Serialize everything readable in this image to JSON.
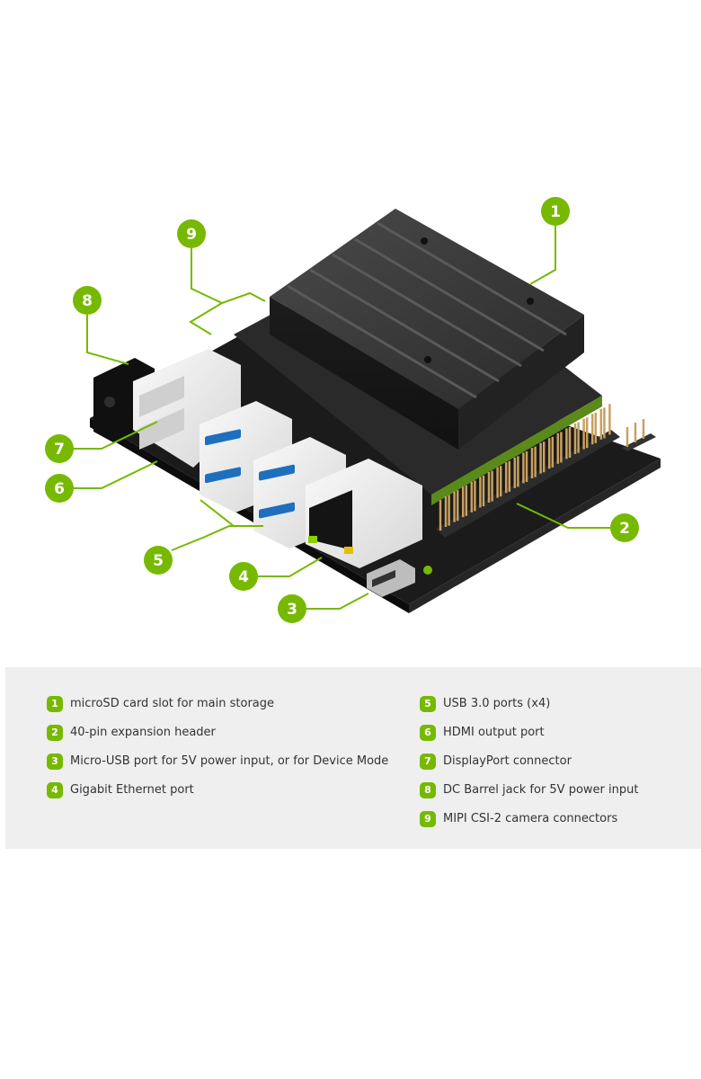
{
  "accent_color": "#76b900",
  "callouts": [
    {
      "num": "1",
      "label": "microSD card slot for main storage"
    },
    {
      "num": "2",
      "label": "40-pin expansion header"
    },
    {
      "num": "3",
      "label": "Micro-USB port for 5V power input, or for Device Mode"
    },
    {
      "num": "4",
      "label": "Gigabit Ethernet port"
    },
    {
      "num": "5",
      "label": "USB 3.0 ports (x4)"
    },
    {
      "num": "6",
      "label": "HDMI output port"
    },
    {
      "num": "7",
      "label": "DisplayPort connector"
    },
    {
      "num": "8",
      "label": "DC Barrel jack for 5V power input"
    },
    {
      "num": "9",
      "label": "MIPI CSI-2 camera connectors"
    }
  ]
}
